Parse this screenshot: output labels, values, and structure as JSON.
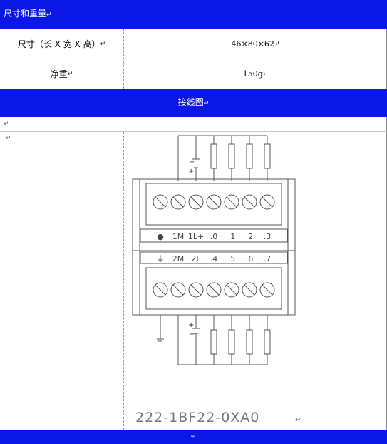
{
  "header": {
    "title": "尺寸和重量",
    "mark": "↵"
  },
  "dimensions": {
    "label": "尺寸（长 X 宽 X 高）",
    "value": "46×80×62",
    "mark": "↵"
  },
  "weight": {
    "label": "净重",
    "value": "150g",
    "mark": "↵"
  },
  "wiring": {
    "title": "接线图",
    "mark": "↵"
  },
  "blank_row": {
    "mark": "↵"
  },
  "diagram": {
    "left_mark": "↵",
    "model": "222-1BF22-0XA0",
    "model_mark": "↵",
    "top_labels": [
      "●",
      "1M",
      "1L+",
      ".0",
      ".1",
      ".2",
      ".3"
    ],
    "bottom_labels": [
      "⏚",
      "2M",
      "2L",
      ".4",
      ".5",
      ".6",
      ".7"
    ],
    "plus_sign": "+",
    "minus_sign": "−"
  },
  "footer": {
    "mark": "↵"
  },
  "colors": {
    "header_blue": "#0a17e6",
    "line_gray": "#555555"
  }
}
